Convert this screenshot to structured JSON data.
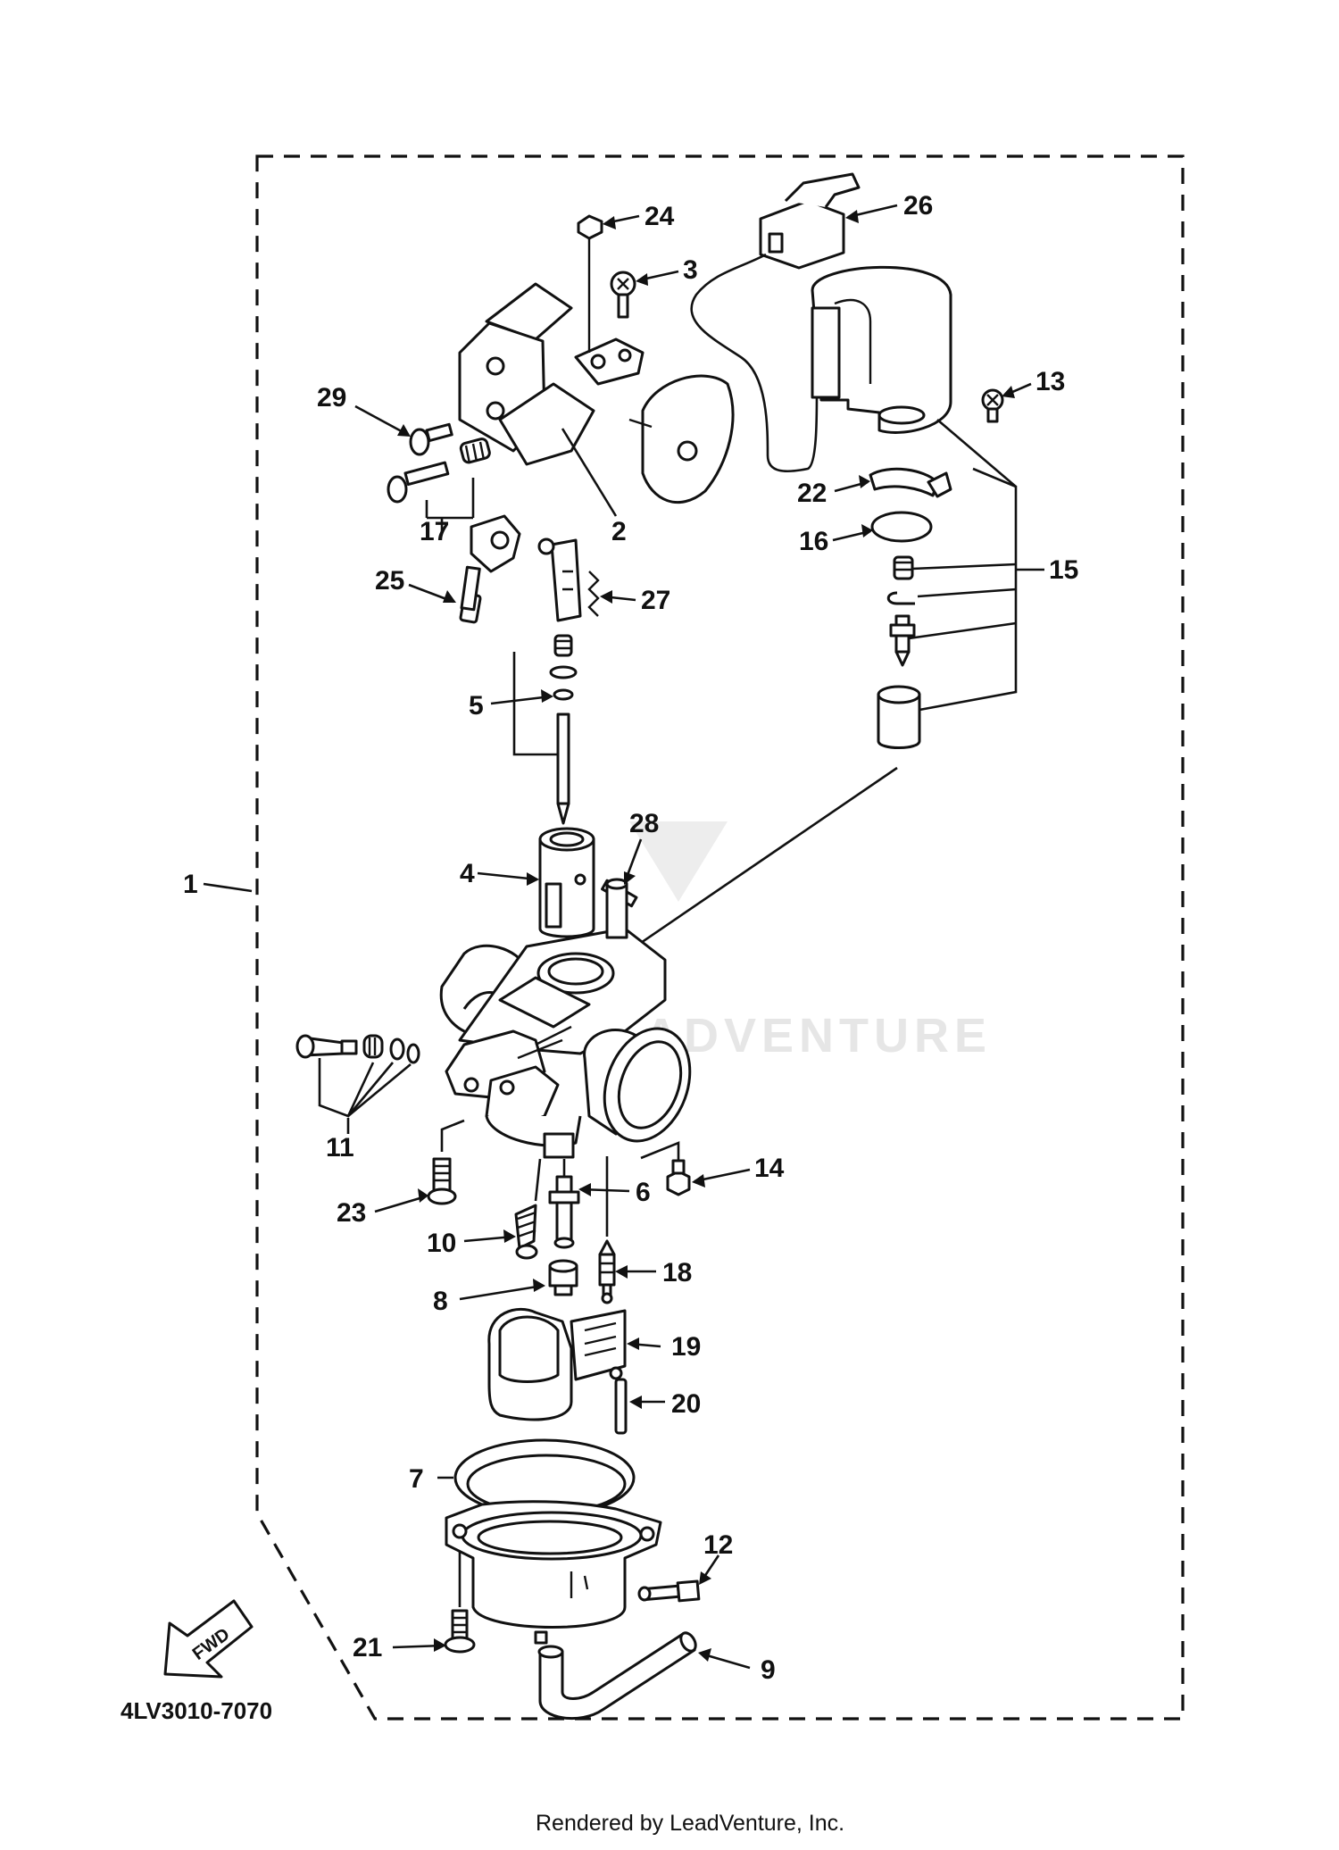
{
  "diagram": {
    "part_numbers": [
      "1",
      "2",
      "3",
      "4",
      "5",
      "6",
      "7",
      "8",
      "9",
      "10",
      "11",
      "12",
      "13",
      "14",
      "15",
      "16",
      "17",
      "18",
      "19",
      "20",
      "21",
      "22",
      "23",
      "24",
      "25",
      "26",
      "27",
      "28",
      "29"
    ],
    "diagram_code": "4LV3010-7070",
    "forward_label": "FWD",
    "watermark_text": "LEADVENTURE",
    "footer_text": "Rendered by LeadVenture, Inc."
  }
}
